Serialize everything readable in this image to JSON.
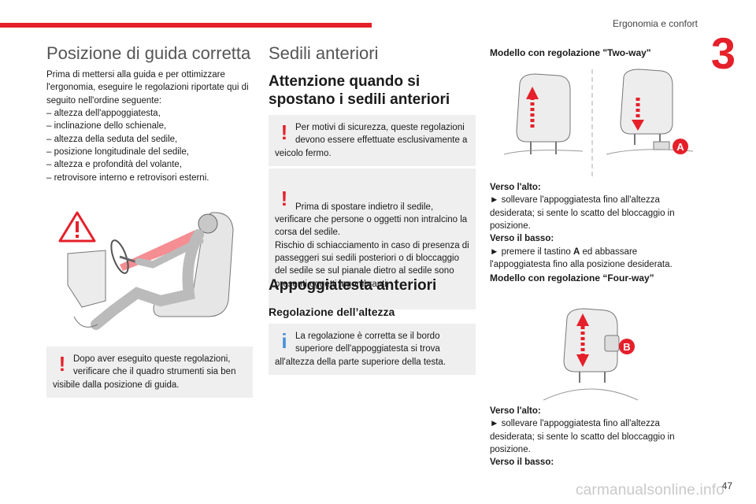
{
  "header": {
    "section_title": "Ergonomia e confort",
    "chapter_number": "3"
  },
  "col1": {
    "title": "Posizione di guida corretta",
    "intro": "Prima di mettersi alla guida e per ottimizzare l'ergonomia, eseguire le regolazioni riportate qui di seguito nell'ordine seguente:",
    "list": [
      "altezza dell'appoggiatesta,",
      "inclinazione dello schienale,",
      "altezza della seduta del sedile,",
      "posizione longitudinale del sedile,",
      "altezza e profondità del volante,",
      "retrovisore interno e retrovisori esterni."
    ],
    "warning_note": "Dopo aver eseguito queste regolazioni, verificare che il quadro strumenti sia ben visibile dalla posizione di guida."
  },
  "col2": {
    "title": "Sedili anteriori",
    "subtitle": "Attenzione quando si spostano i sedili anteriori",
    "note1": "Per motivi di sicurezza, queste regolazioni devono essere effettuate esclusivamente a veicolo fermo.",
    "note2": "Prima di spostare indietro il sedile, verificare che persone o oggetti non intralcino la corsa del sedile.\nRischio di schiacciamento in caso di presenza di passeggeri sui sedili posteriori o di bloccaggio del sedile se sul pianale dietro al sedile sono presenti oggetti ingombranti.",
    "headrest_title": "Appoggiatesta anteriori",
    "height_title": "Regolazione dell’altezza",
    "info_note": "La regolazione è corretta se il bordo superiore dell'appoggiatesta si trova all'altezza della parte superiore della testa."
  },
  "col3": {
    "twoway_title": "Modello con regolazione \"Two-way\"",
    "label_a": "A",
    "up_label": "Verso l'alto:",
    "up_text1": "► sollevare l'appoggiatesta fino all'altezza desiderata; si sente lo scatto del bloccaggio in posizione.",
    "down_label": "Verso il basso:",
    "down_text_pre": "► premere il tastino ",
    "down_text_bold": "A",
    "down_text_post": " ed abbassare l'appoggiatesta fino alla posizione desiderata.",
    "fourway_title": "Modello con regolazione “Four-way”",
    "label_b": "B",
    "up_label2": "Verso l'alto:",
    "up_text2": "► sollevare l'appoggiatesta fino all'altezza desiderata; si sente lo scatto del bloccaggio in posizione.",
    "down_label2": "Verso il basso:"
  },
  "footer": {
    "page_number": "47",
    "watermark": "carmanualsonline.info"
  },
  "colors": {
    "accent": "#e5202a",
    "info": "#4a8fd8",
    "note_bg": "#efefef"
  },
  "icons": [
    "warning-icon",
    "info-icon"
  ]
}
